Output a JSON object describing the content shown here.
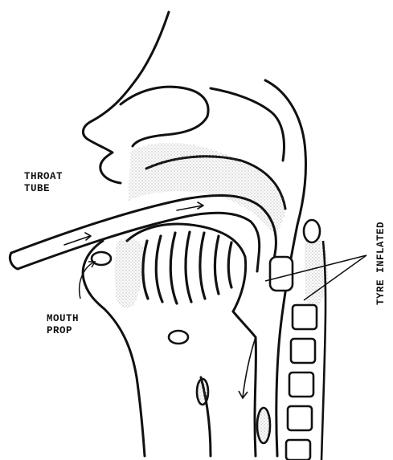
{
  "labels": {
    "throat_tube": [
      "THROAT",
      "TUBE"
    ],
    "mouth_prop": [
      "MOUTH",
      "PROP"
    ],
    "tyre_inflated": "TYRE INFLATED"
  },
  "colors": {
    "ink": "#111111",
    "paper": "#ffffff",
    "stipple": "#6a6a6a"
  }
}
